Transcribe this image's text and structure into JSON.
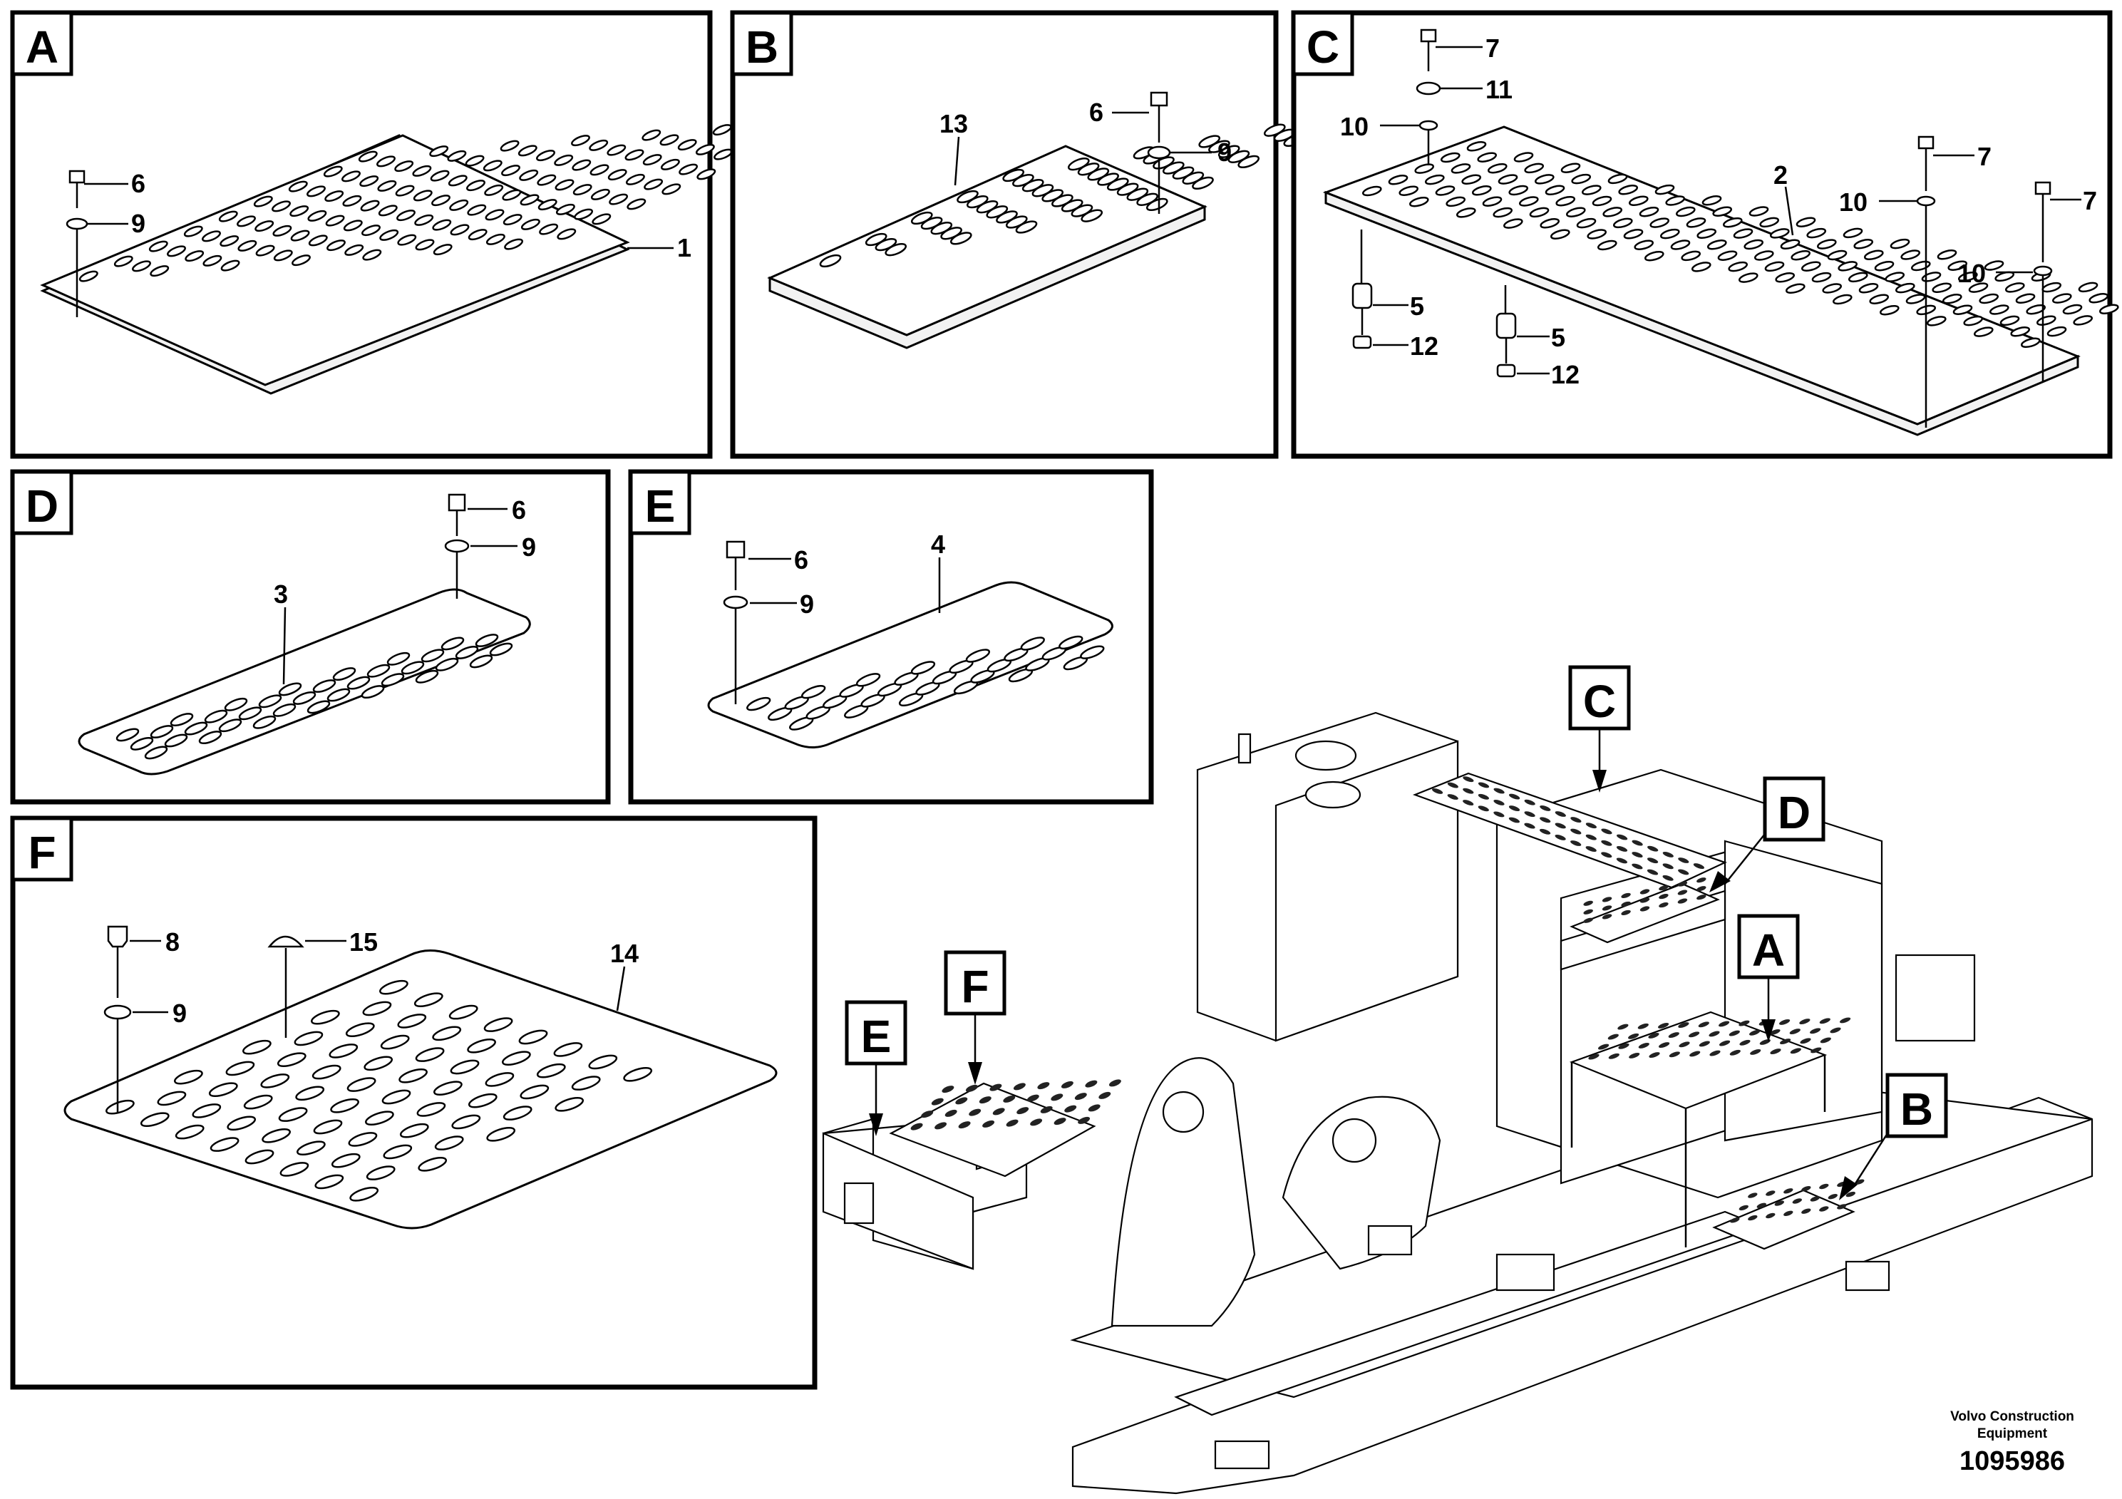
{
  "panels": [
    {
      "letter": "A",
      "parts": [
        "1",
        "6",
        "9"
      ]
    },
    {
      "letter": "B",
      "parts": [
        "13",
        "6",
        "9"
      ]
    },
    {
      "letter": "C",
      "parts": [
        "2",
        "7",
        "11",
        "10",
        "7",
        "10",
        "7",
        "10",
        "5",
        "12",
        "5",
        "12"
      ]
    },
    {
      "letter": "D",
      "parts": [
        "3",
        "6",
        "9"
      ]
    },
    {
      "letter": "E",
      "parts": [
        "4",
        "6",
        "9"
      ]
    },
    {
      "letter": "F",
      "parts": [
        "14",
        "8",
        "15",
        "9"
      ]
    }
  ],
  "overview": {
    "callouts": [
      "C",
      "D",
      "A",
      "F",
      "E",
      "B"
    ]
  },
  "footer": {
    "company_line1": "Volvo Construction",
    "company_line2": "Equipment",
    "drawing_number": "1095986"
  }
}
